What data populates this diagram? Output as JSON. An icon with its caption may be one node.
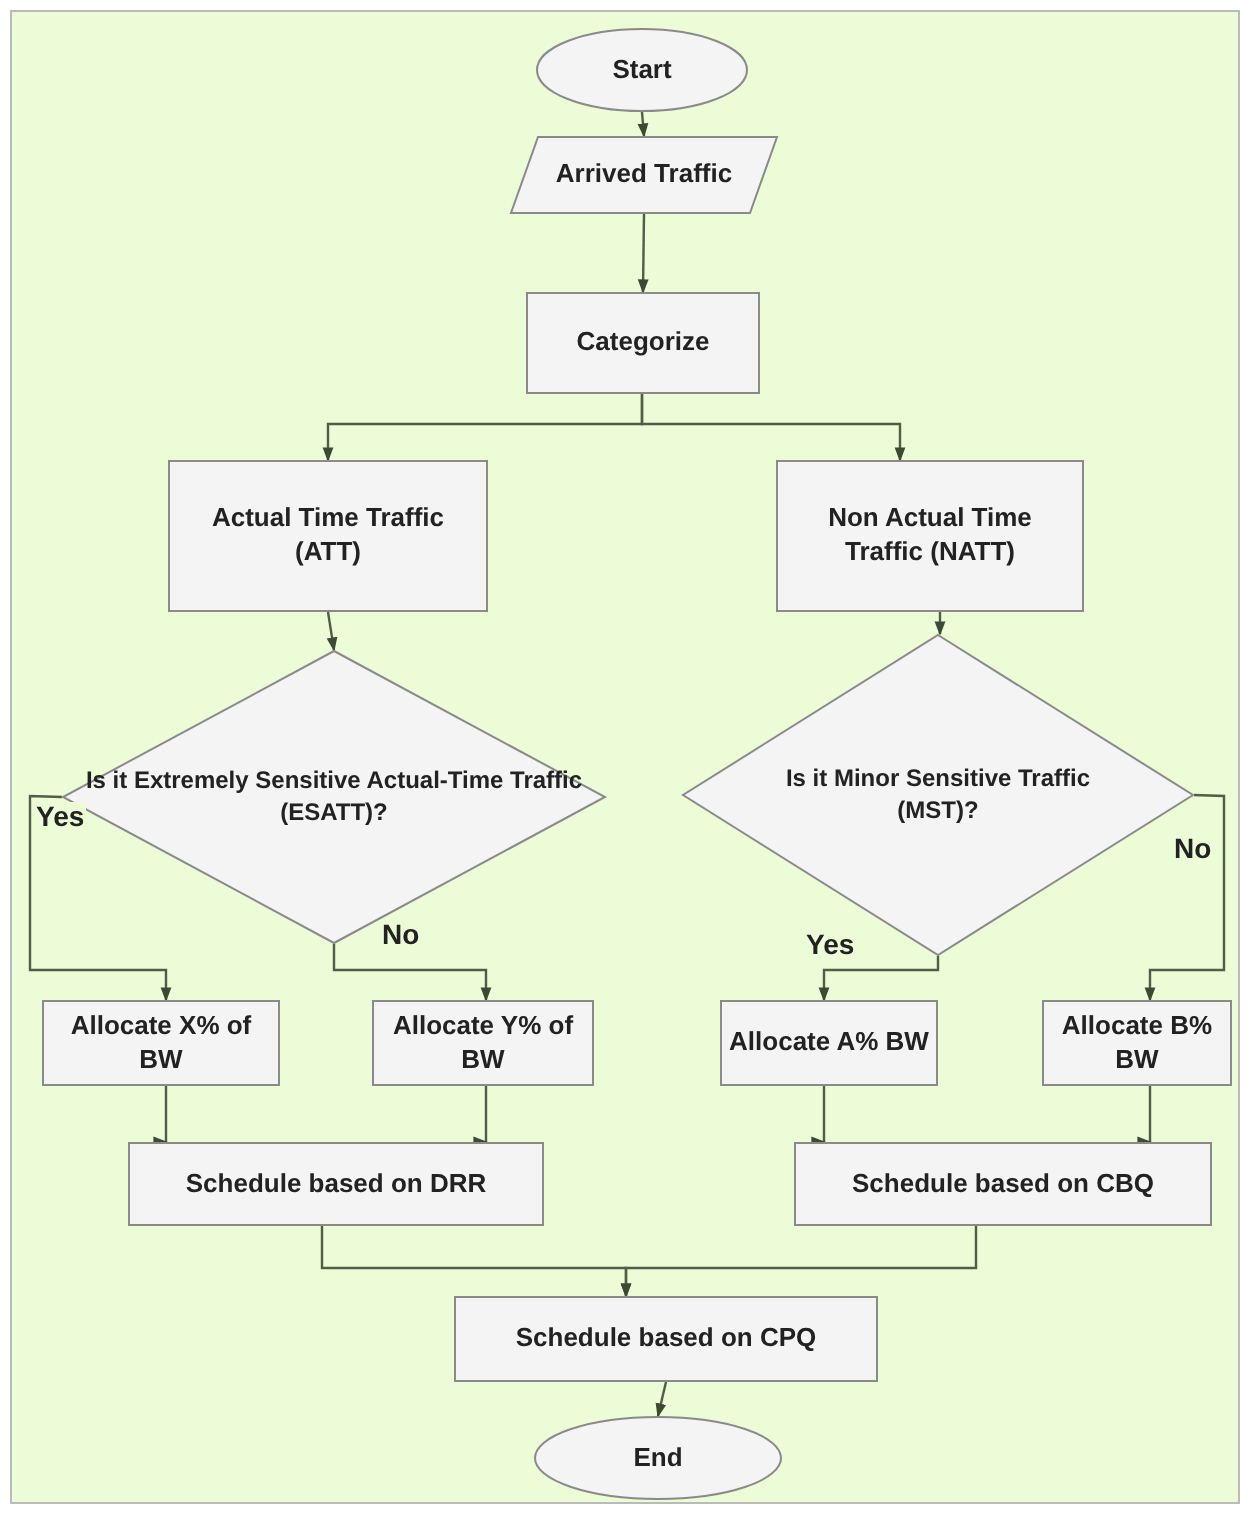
{
  "diagram": {
    "nodes": [
      {
        "text": [
          "Start"
        ]
      },
      {
        "text": [
          "Arrived Traffic"
        ]
      },
      {
        "text": [
          "Categorize"
        ]
      },
      {
        "text": [
          "Actual Time Traffic (ATT)"
        ]
      },
      {
        "text": [
          "Non Actual Time Traffic (NATT)"
        ]
      },
      {
        "text": [
          "Is it Extremely Sensitive Actual-Time Traffic (ESATT)?"
        ]
      },
      {
        "text": [
          "Is it Minor Sensitive Traffic (MST)?"
        ]
      },
      {
        "text": [
          "Allocate X% of BW"
        ]
      },
      {
        "text": [
          "Allocate Y% of BW"
        ]
      },
      {
        "text": [
          "Allocate A% BW"
        ]
      },
      {
        "text": [
          "Allocate B% BW"
        ]
      },
      {
        "text": [
          "Schedule based on DRR"
        ]
      },
      {
        "text": [
          "Schedule based on CBQ"
        ]
      },
      {
        "text": [
          "Schedule based on CPQ"
        ]
      },
      {
        "text": [
          "End"
        ]
      }
    ],
    "edges": [
      {
        "from": 0,
        "to": 1,
        "arrow": "to"
      },
      {
        "from": 1,
        "to": 2,
        "arrow": "to"
      },
      {
        "from": 2,
        "to": 3,
        "arrow": "to"
      },
      {
        "from": 2,
        "to": 4,
        "arrow": "to"
      },
      {
        "from": 3,
        "to": 5,
        "arrow": "to"
      },
      {
        "from": 4,
        "to": 6,
        "arrow": "to"
      },
      {
        "from": 5,
        "to": 7,
        "arrow": "to",
        "label": "Yes"
      },
      {
        "from": 5,
        "to": 8,
        "arrow": "to",
        "label": "No"
      },
      {
        "from": 6,
        "to": 9,
        "arrow": "to",
        "label": "Yes"
      },
      {
        "from": 6,
        "to": 10,
        "arrow": "to",
        "label": "No"
      },
      {
        "from": 7,
        "to": 11,
        "arrow": "to"
      },
      {
        "from": 8,
        "to": 11,
        "arrow": "to"
      },
      {
        "from": 9,
        "to": 12,
        "arrow": "to"
      },
      {
        "from": 10,
        "to": 12,
        "arrow": "to"
      },
      {
        "from": 11,
        "to": 13,
        "arrow": "to"
      },
      {
        "from": 12,
        "to": 13,
        "arrow": "to"
      },
      {
        "from": 13,
        "to": 14,
        "arrow": "to"
      }
    ]
  }
}
